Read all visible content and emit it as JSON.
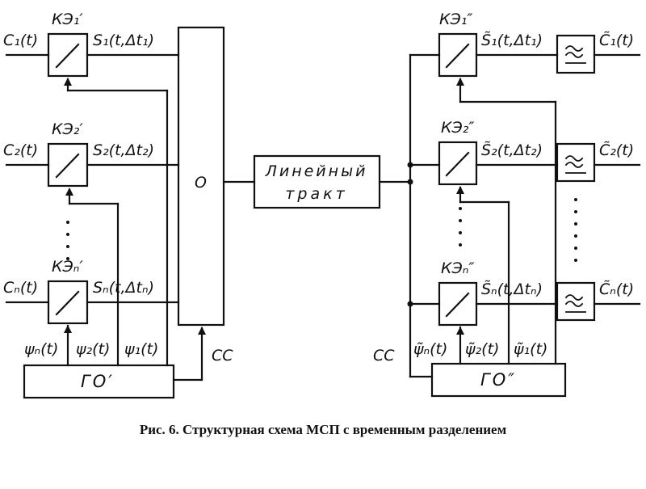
{
  "caption": "Рис. 6. Структурная схема МСП с временным разделением",
  "left": {
    "switch_labels": [
      "КЭ₁′",
      "КЭ₂′",
      "КЭₙ′"
    ],
    "input_labels": [
      "C₁(t)",
      "C₂(t)",
      "Cₙ(t)"
    ],
    "output_labels": [
      "S₁(t,Δt₁)",
      "S₂(t,Δt₂)",
      "Sₙ(t,Δtₙ)"
    ],
    "control_labels": [
      "ψₙ(t)",
      "ψ₂(t)",
      "ψ₁(t)"
    ],
    "combiner_label": "О",
    "generator_label": "ГО′",
    "sync_label": "СС"
  },
  "channel": {
    "line1": "Линейный",
    "line2": "тракт"
  },
  "right": {
    "switch_labels": [
      "КЭ₁″",
      "КЭ₂″",
      "КЭₙ″"
    ],
    "input_labels": [
      "S̃₁(t,Δt₁)",
      "S̃₂(t,Δt₂)",
      "S̃ₙ(t,Δtₙ)"
    ],
    "output_labels": [
      "C̃₁(t)",
      "C̃₂(t)",
      "C̃ₙ(t)"
    ],
    "control_labels": [
      "ψ̃ₙ(t)",
      "ψ̃₂(t)",
      "ψ̃₁(t)"
    ],
    "generator_label": "ГО″",
    "sync_label": "СС"
  }
}
